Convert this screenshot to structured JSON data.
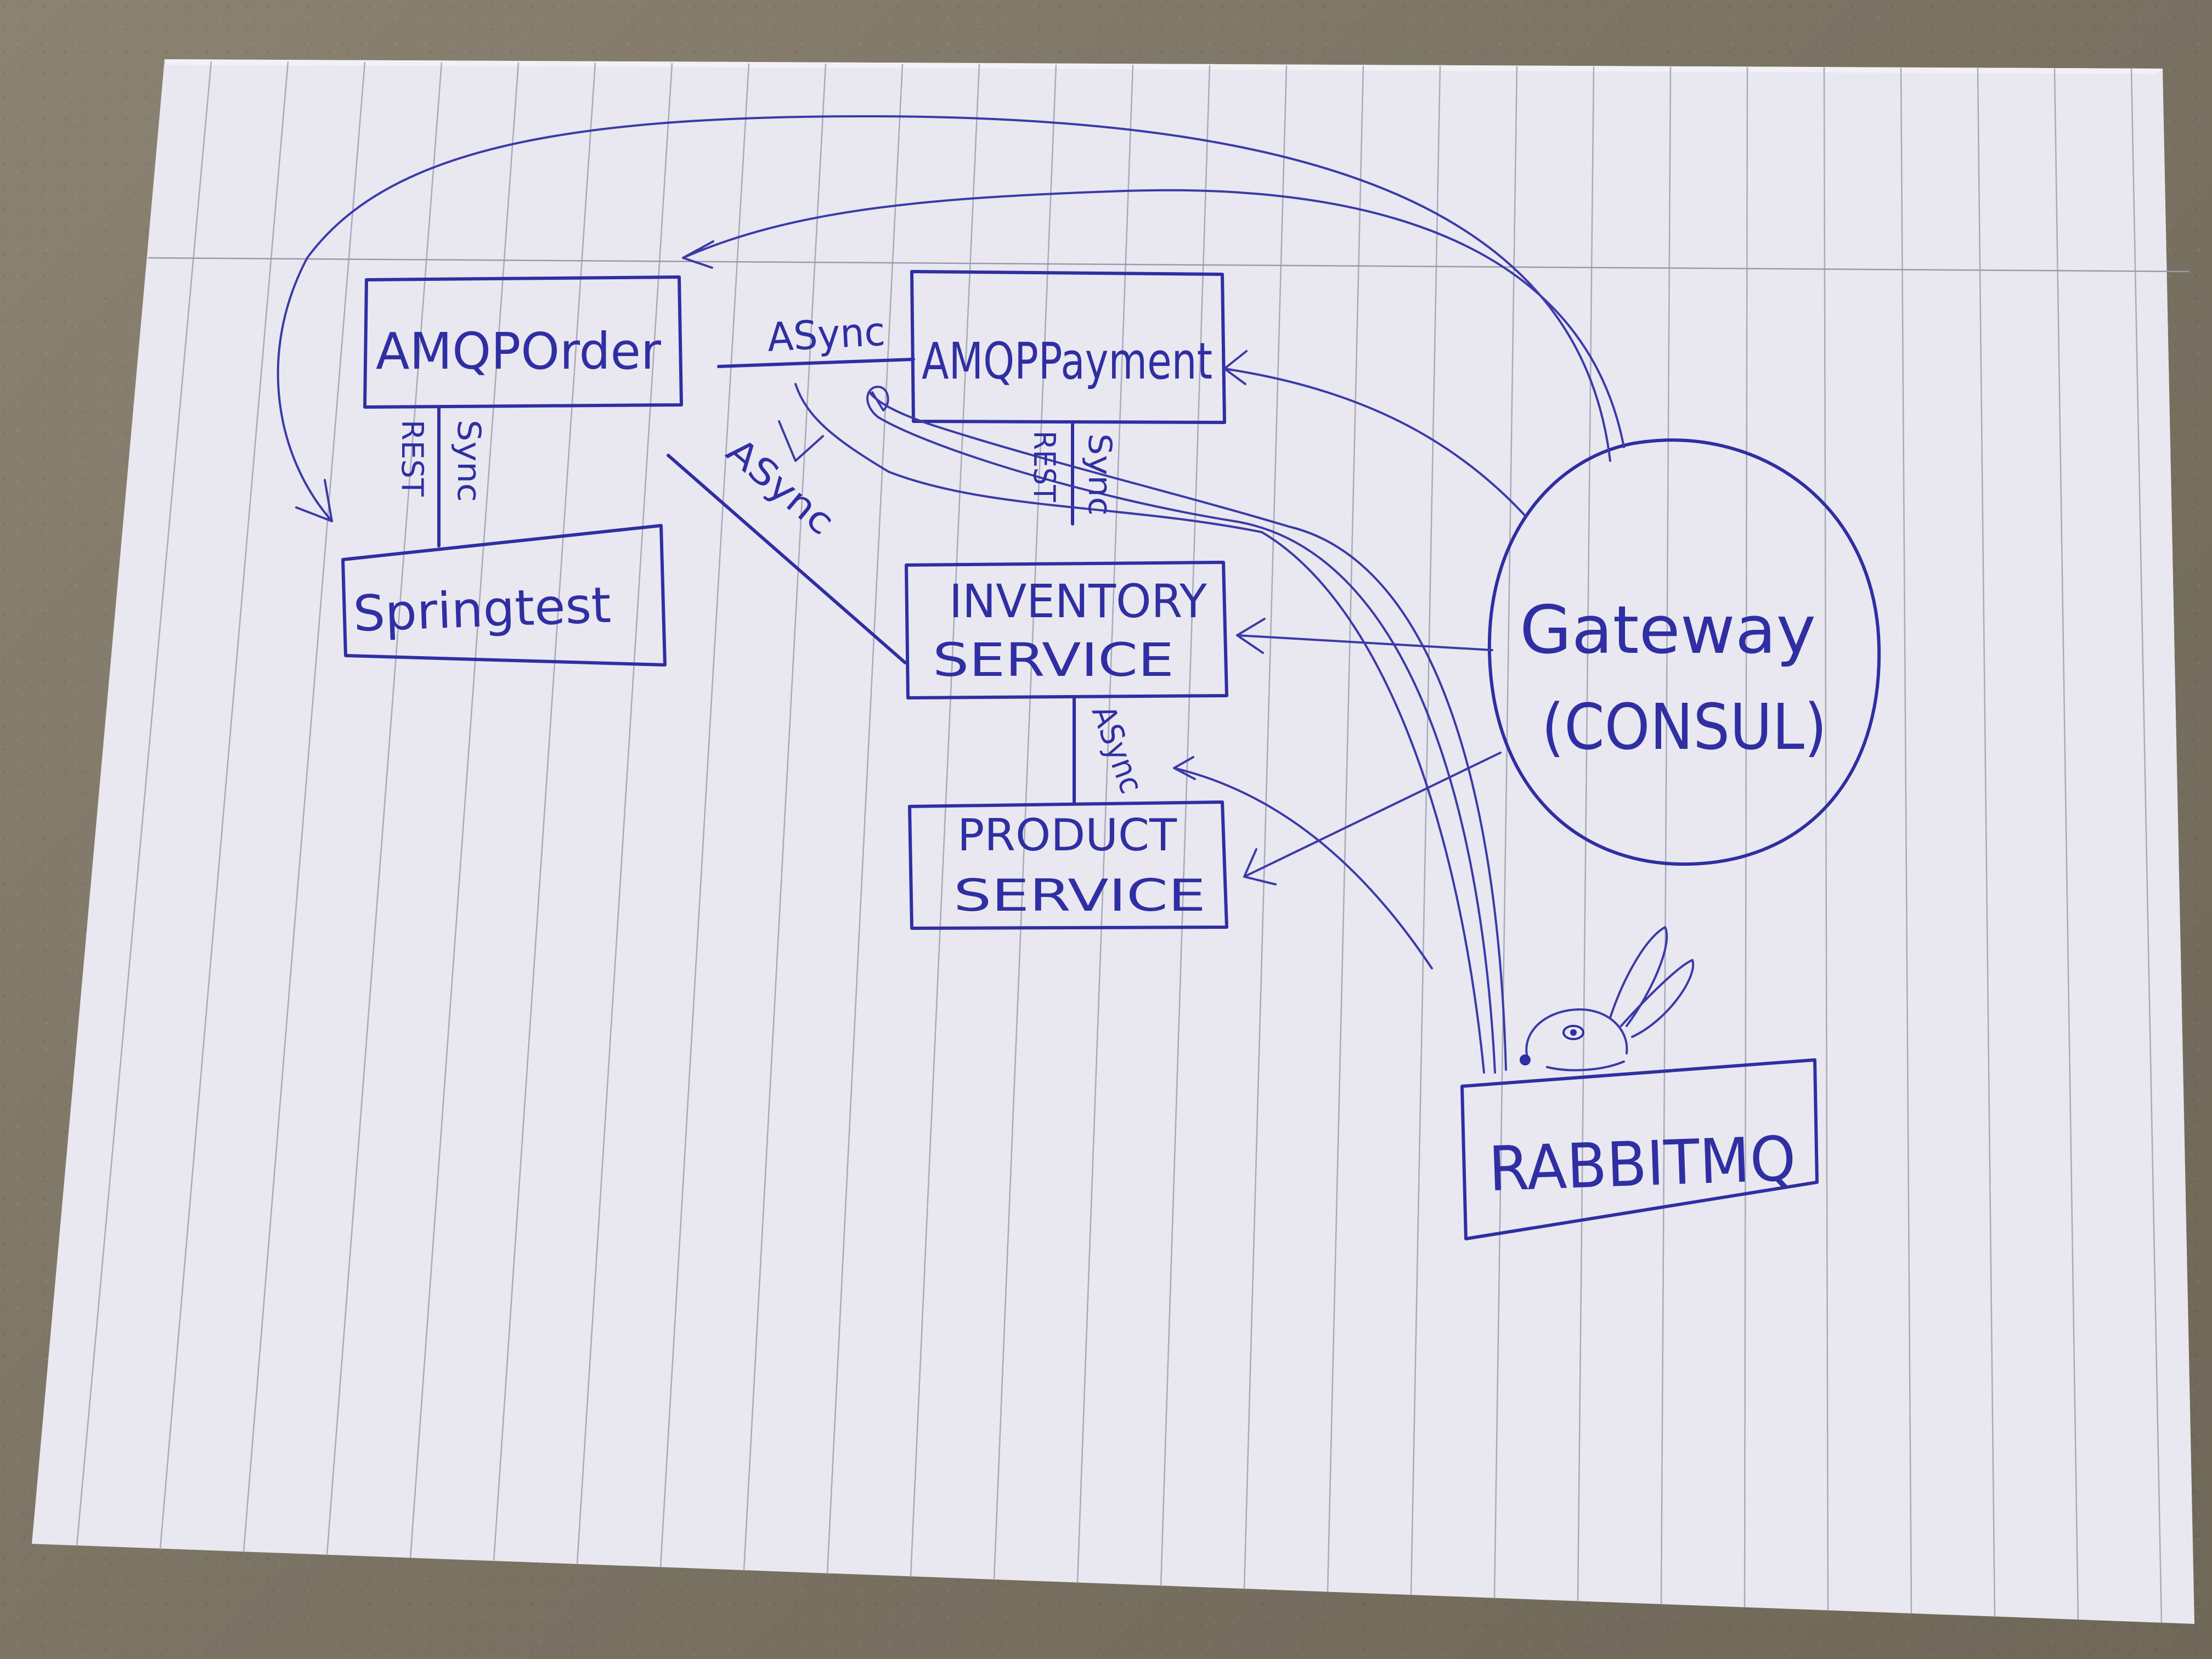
{
  "nodes": {
    "amqp_order": "AMQPOrder",
    "amqp_payment": "AMQPPayment",
    "spring_test": "Springtest",
    "inventory_line1": "INVENTORY",
    "inventory_line2": "SERVICE",
    "product_line1": "PRODUCT",
    "product_line2": "SERVICE",
    "gateway_line1": "Gateway",
    "gateway_line2": "(CONSUL)",
    "rabbitmq": "RABBITMQ"
  },
  "edge_labels": {
    "order_payment": "ASync",
    "order_springtest_sync": "Sync",
    "order_springtest_rest": "REST",
    "payment_sync": "Sync",
    "payment_rest": "REST",
    "order_inventory": "ASync",
    "inventory_product": "ASync"
  },
  "colors": {
    "ink": "#2f2fa3",
    "paper": "#eae8f1",
    "background": "#837a6b"
  },
  "icons": {
    "rabbit": "rabbit-icon"
  }
}
